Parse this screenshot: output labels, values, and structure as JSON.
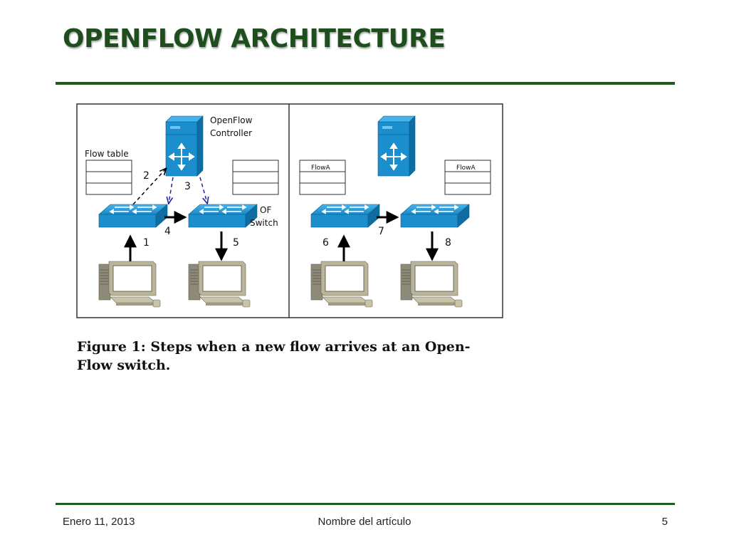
{
  "slide": {
    "title": "OPENFLOW ARCHITECTURE",
    "caption_line1": "Figure 1:  Steps when a new flow arrives at an Open-",
    "caption_line2": "Flow switch."
  },
  "diagram": {
    "controller_label_1": "OpenFlow",
    "controller_label_2": "Controller",
    "flow_table_label": "Flow table",
    "switch_label_1": "OF",
    "switch_label_2": "Switch",
    "flow_entry_left": "FlowA",
    "flow_entry_right": "FlowA",
    "steps": [
      "1",
      "2",
      "3",
      "4",
      "5",
      "6",
      "7",
      "8"
    ]
  },
  "footer": {
    "date": "Enero 11, 2013",
    "article": "Nombre del artículo",
    "page": "5"
  },
  "colors": {
    "title": "#1e4d1e",
    "rule": "#1f5a1f",
    "device_blue": "#1b8fce",
    "pc_beige": "#c9c4a8"
  },
  "icons": [
    "server-icon",
    "switch-icon",
    "computer-icon",
    "flow-table-icon",
    "arrow-icon"
  ]
}
